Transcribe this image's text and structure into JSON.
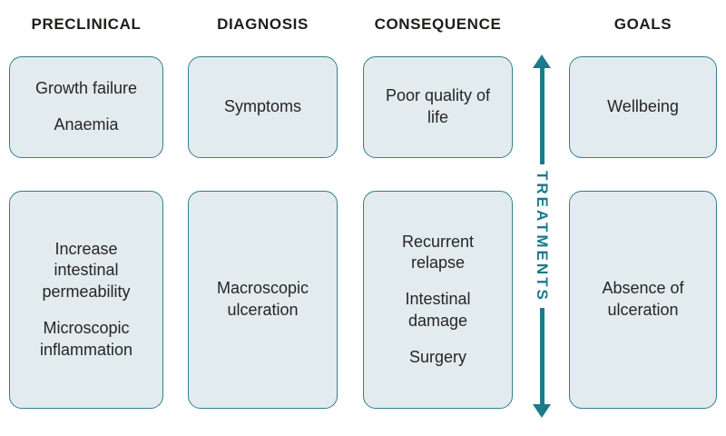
{
  "columns": [
    {
      "header": "PRECLINICAL",
      "top": [
        "Growth failure",
        "Anaemia"
      ],
      "bottom": [
        "Increase intestinal permeability",
        "Microscopic inflammation"
      ]
    },
    {
      "header": "DIAGNOSIS",
      "top": [
        "Symptoms"
      ],
      "bottom": [
        "Macroscopic ulceration"
      ]
    },
    {
      "header": "CONSEQUENCE",
      "top": [
        "Poor quality of life"
      ],
      "bottom": [
        "Recurrent relapse",
        "Intestinal damage",
        "Surgery"
      ]
    },
    {
      "header": "GOALS",
      "top": [
        "Wellbeing"
      ],
      "bottom": [
        "Absence of ulceration"
      ]
    }
  ],
  "arrow": {
    "label": "TREATMENTS"
  },
  "colors": {
    "box_fill": "#e2ebee",
    "box_border": "#327e8f",
    "arrow": "#1b7a8b",
    "text": "#262626"
  }
}
